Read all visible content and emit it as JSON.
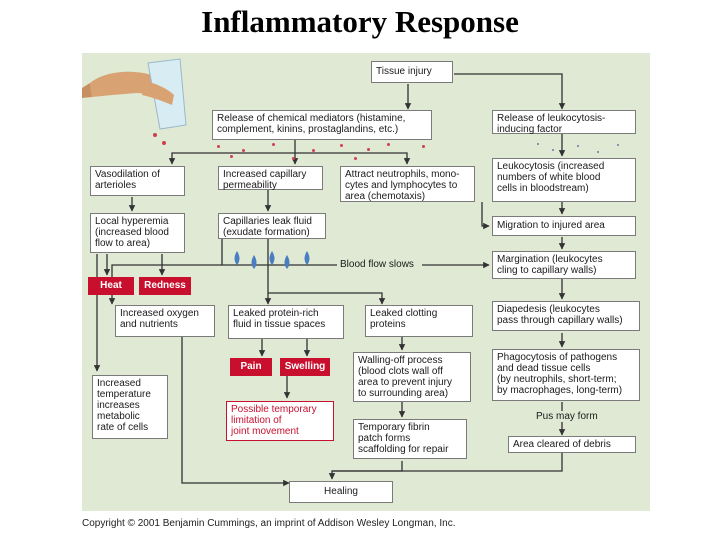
{
  "title": "Inflammatory Response",
  "colors": {
    "panel": "#dfe9d4",
    "symptom": "#c8102e",
    "fluid_drop": "#4a7ec0"
  },
  "icons": {
    "hand": "hand-with-cup-icon",
    "drops": "fluid-drop-icon"
  },
  "nodes": {
    "tissue_injury": "Tissue injury",
    "chemical_mediators": "Release of chemical mediators (histamine,\ncomplement, kinins, prostaglandins, etc.)",
    "leukocytosis_factor": "Release of leukocytosis-\ninducing factor",
    "vasodilation": "Vasodilation of\narterioles",
    "capillary_permeability": "Increased capillary\npermeability",
    "attract_neutrophils": "Attract neutrophils, mono-\ncytes and lymphocytes to\narea (chemotaxis)",
    "leukocytosis": "Leukocytosis (increased\nnumbers of white blood\ncells in bloodstream)",
    "local_hyperemia": "Local hyperemia\n(increased blood\nflow to area)",
    "capillaries_leak": "Capillaries leak fluid\n(exudate formation)",
    "migration": "Migration to injured area",
    "margination": "Margination (leukocytes\ncling to capillary walls)",
    "increased_oxygen": "Increased oxygen\nand nutrients",
    "leaked_protein": "Leaked protein-rich\nfluid in tissue spaces",
    "leaked_clotting": "Leaked clotting\nproteins",
    "diapedesis": "Diapedesis (leukocytes\npass through capillary walls)",
    "walling_off": "Walling-off process\n(blood clots wall off\narea to prevent injury\nto surrounding area)",
    "phagocytosis": "Phagocytosis of pathogens\nand dead tissue cells\n(by neutrophils, short-term;\nby macrophages, long-term)",
    "increased_temperature": "Increased\ntemperature\nincreases\nmetabolic\nrate of cells",
    "possible_limitation": "Possible temporary\nlimitation of\njoint movement",
    "fibrin_patch": "Temporary fibrin\npatch forms\nscaffolding for repair",
    "area_cleared": "Area cleared of debris",
    "healing": "Healing"
  },
  "signs": {
    "heat": "Heat",
    "redness": "Redness",
    "pain": "Pain",
    "swelling": "Swelling"
  },
  "labels": {
    "blood_flow_slows": "Blood flow slows",
    "pus_may_form": "Pus may form"
  },
  "copyright": "Copyright © 2001 Benjamin Cummings, an imprint of Addison Wesley Longman, Inc."
}
